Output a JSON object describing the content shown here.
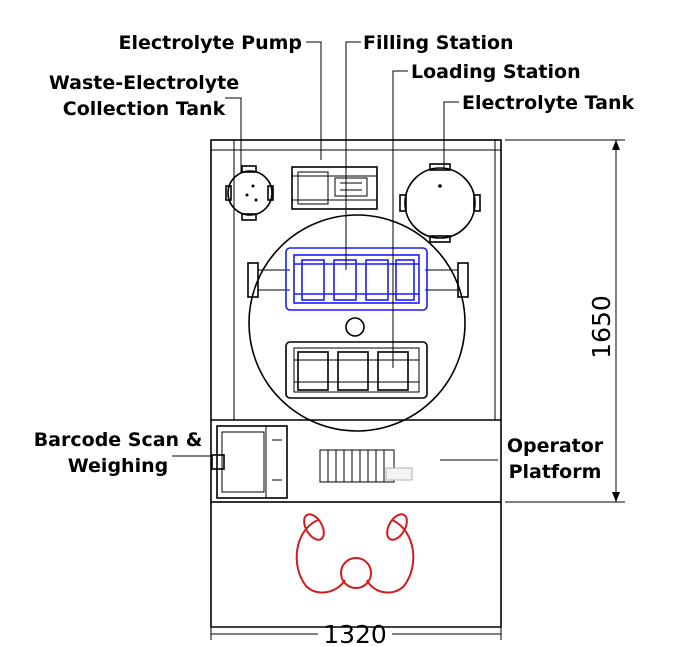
{
  "labels": {
    "electrolyte_pump": "Electrolyte Pump",
    "filling_station": "Filling Station",
    "loading_station": "Loading Station",
    "waste_line1": "Waste-Electrolyte",
    "waste_line2": "Collection Tank",
    "electrolyte_tank": "Electrolyte Tank",
    "barcode_line1": "Barcode Scan &",
    "barcode_line2": "Weighing",
    "operator_line1": "Operator",
    "operator_line2": "Platform"
  },
  "dimensions": {
    "height": "1650",
    "width": "1320"
  },
  "colors": {
    "filling_station": "#1a1aff",
    "operator": "#d01c1c",
    "line": "#000000"
  }
}
